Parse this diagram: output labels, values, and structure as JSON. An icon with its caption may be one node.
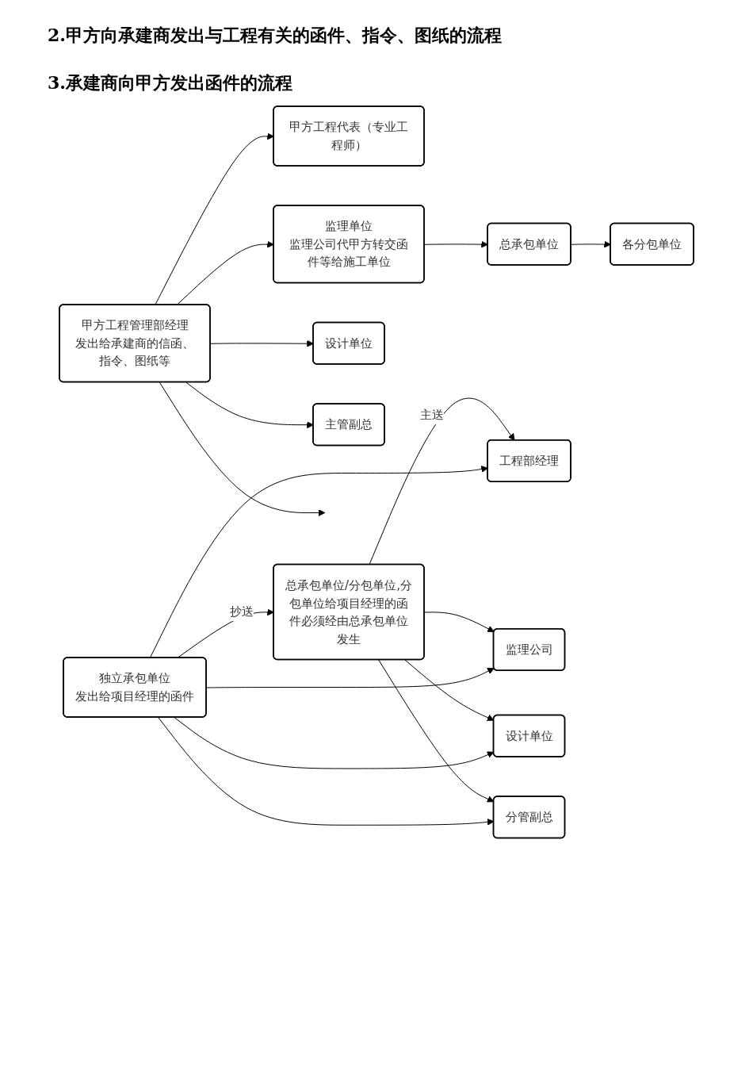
{
  "diagram": {
    "title": "2.甲方向承建商发出与工程有关的函件、指令、图纸的流程",
    "nodes": [
      {
        "text": [
          "甲方工程管理部经理",
          "发出给承建商的信函、指令、图纸等"
        ]
      },
      {
        "text": [
          "甲方工程代表（专业工程师）"
        ]
      },
      {
        "text": [
          "监理单位",
          "监理公司代甲方转交函件等给施工单位"
        ]
      },
      {
        "text": [
          "总承包单位"
        ]
      },
      {
        "text": [
          "各分包单位"
        ]
      },
      {
        "text": [
          "设计单位"
        ]
      },
      {
        "text": [
          "主管副总"
        ]
      },
      {
        "text": [
          "总承包单位/分包单位,分包单位给项目经理的函件必须经由总承包单位发生"
        ]
      },
      {
        "text": [
          "工程部经理"
        ]
      },
      {
        "text": [
          "监理公司"
        ]
      },
      {
        "text": [
          "设计单位"
        ]
      },
      {
        "text": [
          "分管副总"
        ]
      },
      {
        "text": [
          "独立承包单位",
          "发出给项目经理的函件"
        ]
      }
    ],
    "edges": [
      {
        "from": 0,
        "to": 1,
        "arrow": "to"
      },
      {
        "from": 0,
        "to": 2,
        "arrow": "to"
      },
      {
        "from": 2,
        "to": 3,
        "arrow": "to"
      },
      {
        "from": 3,
        "to": 4,
        "arrow": "to"
      },
      {
        "from": 0,
        "to": 5,
        "arrow": "to"
      },
      {
        "from": 0,
        "to": 6,
        "arrow": "to"
      },
      {
        "from": 0,
        "to": null,
        "arrow": "to"
      },
      {
        "from": 7,
        "to": 8,
        "arrow": "to",
        "label": "主送"
      },
      {
        "from": 7,
        "to": 9,
        "arrow": "to"
      },
      {
        "from": 7,
        "to": 10,
        "arrow": "to"
      },
      {
        "from": 7,
        "to": 11,
        "arrow": "to"
      },
      {
        "from": 12,
        "to": 7,
        "arrow": "to",
        "label": "抄送"
      },
      {
        "from": 12,
        "to": 8,
        "arrow": "to"
      },
      {
        "from": 12,
        "to": 9,
        "arrow": "to"
      },
      {
        "from": 12,
        "to": 10,
        "arrow": "to"
      },
      {
        "from": 12,
        "to": 11,
        "arrow": "to"
      }
    ],
    "labels": [
      "3.承建商向甲方发出函件的流程"
    ]
  }
}
